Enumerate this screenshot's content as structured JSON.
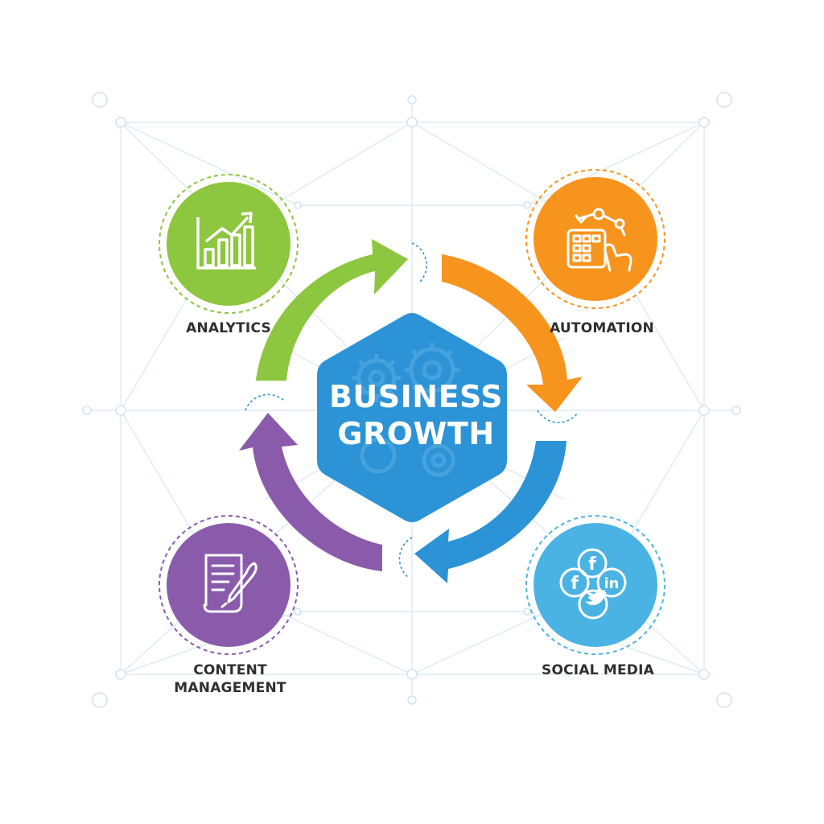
{
  "center": {
    "title_line1": "BUSINESS",
    "title_line2": "GROWTH"
  },
  "nodes": {
    "analytics": {
      "label": "ANALYTICS",
      "icon": "bar-chart-growth-icon",
      "color": "#8dc63f"
    },
    "automation": {
      "label": "AUTOMATION",
      "icon": "robotic-arm-keypad-icon",
      "color": "#f7941d"
    },
    "social_media": {
      "label": "SOCIAL MEDIA",
      "icon": "social-network-icon",
      "color": "#4bb3e3"
    },
    "content_management": {
      "label_line1": "CONTENT",
      "label_line2": "MANAGEMENT",
      "icon": "document-quill-icon",
      "color": "#8a5bab"
    }
  },
  "colors": {
    "hexagon": "#2b93d6",
    "arrow_green": "#8dc63f",
    "arrow_orange": "#f7941d",
    "arrow_blue": "#2b93d6",
    "arrow_purple": "#8a5bab",
    "network_lines": "#cfe6f3"
  }
}
